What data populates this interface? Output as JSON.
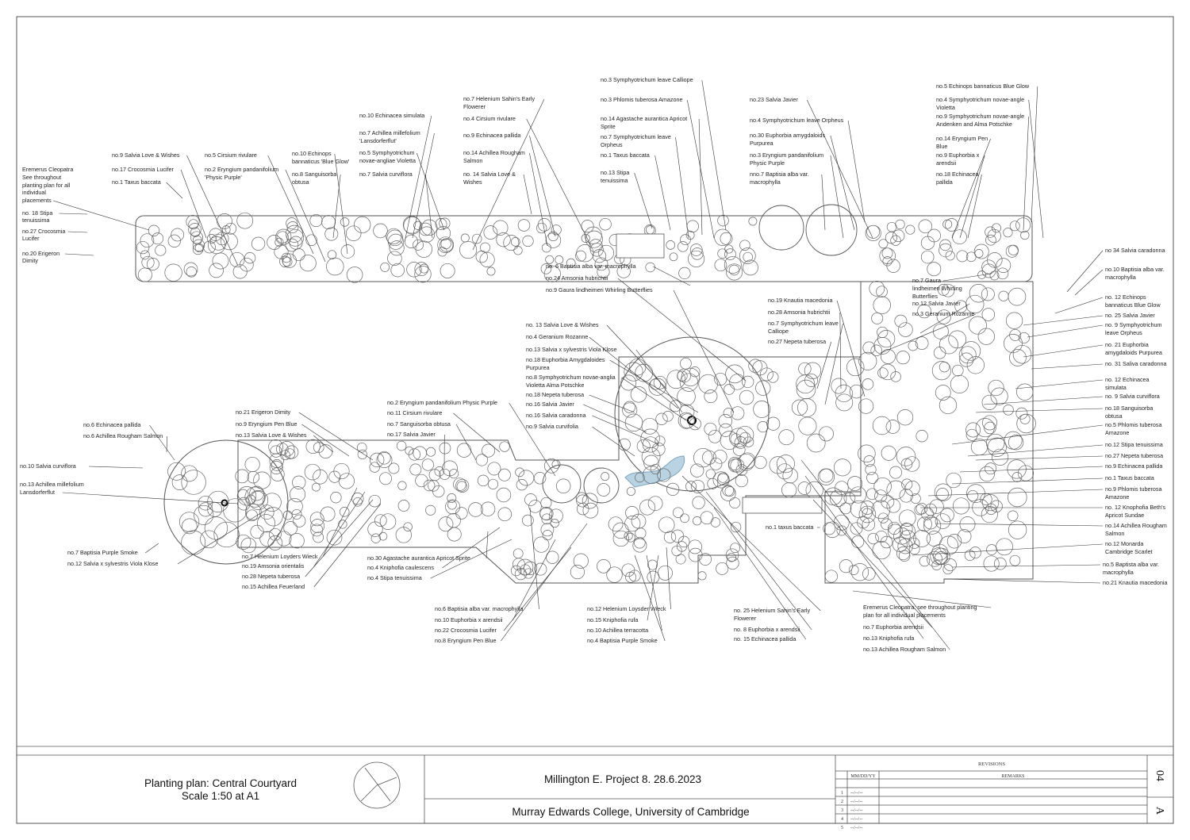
{
  "title_block": {
    "plan_title": "Planting plan: Central Courtyard",
    "scale": "Scale 1:50 at A1",
    "project": "Millington E. Project 8. 28.6.2023",
    "institution": "Murray Edwards College, University of Cambridge",
    "revisions_heading": "REVISIONS",
    "rev_col_date": "MM/DD/YY",
    "rev_col_remarks": "REMARKS",
    "rev_rows": [
      "1",
      "2",
      "3",
      "4",
      "5"
    ],
    "rev_placeholder": "--/--/--",
    "sheet_number": "04",
    "sheet_letter": "A"
  },
  "labels": [
    "Eremerus Cleopatra",
    "See throughout",
    "planting plan for all",
    "individual",
    "placements",
    "no. 18 Stipa",
    "tenuissima",
    "no.27 Crocosmia",
    "Lucifer",
    "no.20 Erigeron",
    "Dimity",
    "no.9 Salvia Love & Wishes",
    "no.17 Crocosmia Lucifer",
    "no.1 Taxus baccata",
    "no.5 Cirsium rivulare",
    "no.2 Eryngium pandanifolium",
    "'Physic Purple'",
    "no.10 Echinops",
    "bannaticus 'Blue Glow'",
    "no.8 Sanguisorba",
    "obtusa",
    "no.10 Echinacea simulata",
    "no.7 Achillea millefolium",
    "'Lansdorferflut'",
    "no.5 Symphyotrichum",
    "novae-angliae Violetta",
    "no.7 Salvia curviflora",
    "no.7 Helenium Sahin's Early",
    "Flowerer",
    "no.4 Cirsium rivulare",
    "no.9 Echinacea pallida",
    "no.14 Achillea Rougham",
    "Salmon",
    "no. 14 Salvia Love &",
    "Wishes",
    "no.3 Symphyotrichum leave Calliope",
    "no.3 Phlomis tuberosa Amazone",
    "no.14 Agastache aurantica Apricot",
    "Sprite",
    "no.7 Symphyotrichum leave",
    "Orpheus",
    "no.1 Taxus baccata",
    "no.13 Stipa",
    "tenuissima",
    "no.23 Salvia Javier",
    "no.4 Symphyotrichum leave Orpheus",
    "no.30 Euphorbia amygdaloids",
    "Purpurea",
    "no.3 Eryngium pandanifolium",
    "Physic Purple",
    "nno.7 Baptisia alba var.",
    "macrophylla",
    "no.5 Echinops bannaticus Blue Glow",
    "no.4 Symphyotrichum novae-angle",
    "Violetta",
    "no.9 Symphyotrichum novae-angle",
    "Andenken and Alma Potschke",
    "no.14 Eryngium Pen",
    "Blue",
    "no.9 Euphorbia x",
    "arendsii",
    "no.18 Echinacea",
    "pallida",
    "no. 6 Baptisia alba var. macrophylla",
    "no.24 Amsonia hubrichtii",
    "no.9 Gaura lindheimeri Whirling Butterflies",
    "no.7 Gaura",
    "lindheimeri Whirling",
    "Butterflies",
    "no.12 Salvia Javier",
    "no.3 Geranium Rozanne",
    "no.19 Knautia macedonia",
    "no.28 Amsonia hubrichtii",
    "no.7 Symphyotrichum leave",
    "Calliope",
    "no.27 Nepeta tuberosa",
    "no. 13 Salvia Love & Wishes",
    "no.4 Geranium Rozanne",
    "no.13 Salvia x sylvestris Viola Klose",
    "no.18 Euphorbia Amygdaloides",
    "Purpurea",
    "no.8 Symphyotrichum novae-anglia",
    "Violetta Alma Potschke",
    "no.18 Nepeta tuberosa",
    "no.16 Salvia Javier",
    "no.16 Salvia caradonna",
    "no.9 Salvia curvifolia",
    "no.2 Eryngium pandanifolium Physic Purple",
    "no.11 Cirsium rivulare",
    "no.7 Sanguisorba obtusa",
    "no.17 Salvia Javier",
    "no.21 Erigeron Dimity",
    "no.9 Eryngium Pen Blue",
    "no.13 Salvia Love & Wishes",
    "no.6 Echinacea pallida",
    "no.6 Achillea Rougham Salmon",
    "no.10 Salvia curviflora",
    "no.13 Achillea millefolium",
    "Lansdorferflut",
    "no.7 Baptisia Purple Smoke",
    "no.12 Salvia x sylvestris Viola Klose",
    "no.7 Helenium Loyders Wieck",
    "no.19 Amsonia orientalis",
    "no.28 Nepeta tuberosa",
    "no.15 Achillea Feuerland",
    "no.30 Agastache aurantica Apricot Sprite",
    "no.4 Kniphofia caulescens",
    "no.4 Stipa tenuissima",
    "no.6 Baptisia alba var. macrophylla",
    "no.10 Euphorbia x arendsii",
    "no.22 Crocosmia Lucifer",
    "no.8 Eryngium Pen Blue",
    "no.12 Helenium Loysder Wieck",
    "no.15 Kniphofia rufa",
    "no.10 Achillea terracotta",
    "no.4 Baptisia Purple Smoke",
    "no. 25 Helenium Sahin's Early",
    "Flowerer",
    "no. 8 Euphorbia x arendsii",
    "no. 15 Echinacea pallida",
    "no.1 taxus baccata",
    "Eremerus Cleopatra: see throughout planting",
    "plan for all individual placements",
    "no.7 Euphorbia arendsii",
    "no.13 Kniphofia rufa",
    "no.13 Achillea Rougham Salmon",
    "no 34 Salvia caradonna",
    "no.10 Baptisia alba var.",
    "macrophylla",
    "no. 12 Echinops",
    "bannaticus Blue Glow",
    "no. 25 Salvia Javier",
    "no. 9 Symphyotrichum",
    "leave Orpheus",
    "no. 21 Euphorbia",
    "amygdaloids Purpurea",
    "no. 31 Saliva caradonna",
    "no. 12 Echinacea",
    "simulata",
    "no. 9 Salvia curviflora",
    "no.18 Sanguisorba",
    "obtusa",
    "no.5 Phlomis tuberosa",
    "Amazone",
    "no.12 Stipa tenuissima",
    "no.27 Nepeta tuberosa",
    "no.9 Echinacea pallida",
    "no.1 Taxus baccata",
    "no.9 Phlomis tuberosa",
    "Amazone",
    "no. 12 Knophofia Beth's",
    "Apricot Sundae",
    "no.14 Achillea Rougham",
    "Salmon",
    "no.12 Monarda",
    "Cambridge Scarlet",
    "no.5 Baptista alba var.",
    "macrophylla",
    "no.21 Knautia macedonia"
  ]
}
